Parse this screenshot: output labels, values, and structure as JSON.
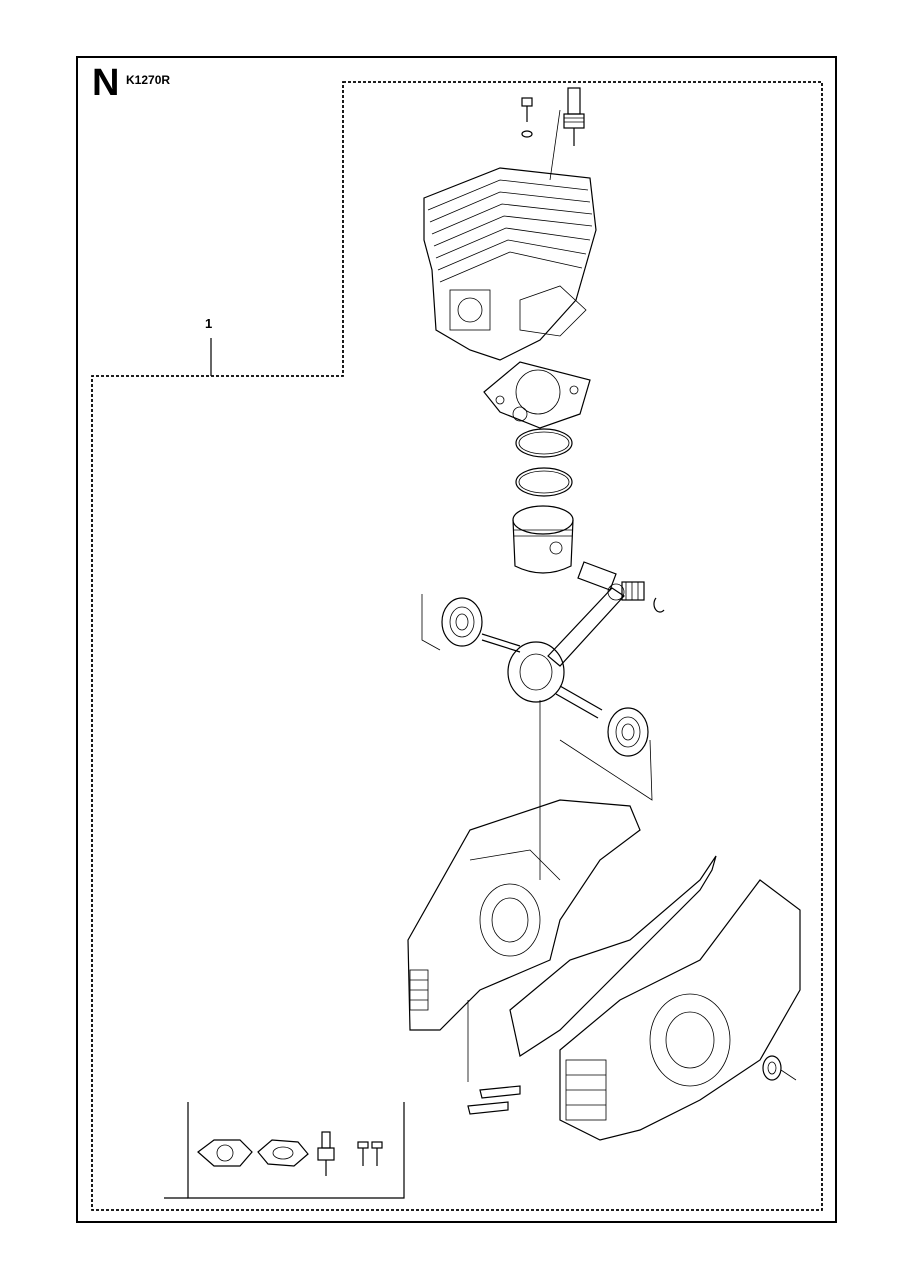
{
  "header": {
    "section_letter": "N",
    "model": "K1270R"
  },
  "callouts": [
    {
      "number": "1"
    }
  ],
  "icons": [
    "engine-cylinder-icon",
    "spark-plug-icon",
    "cylinder-gasket-icon",
    "piston-ring-icon",
    "piston-icon",
    "piston-pin-icon",
    "needle-bearing-icon",
    "circlip-icon",
    "crankshaft-icon",
    "ball-bearing-icon",
    "crankcase-icon",
    "crankcase-gasket-icon",
    "bolt-icon",
    "seal-ring-icon",
    "gasket-kit-icon"
  ]
}
